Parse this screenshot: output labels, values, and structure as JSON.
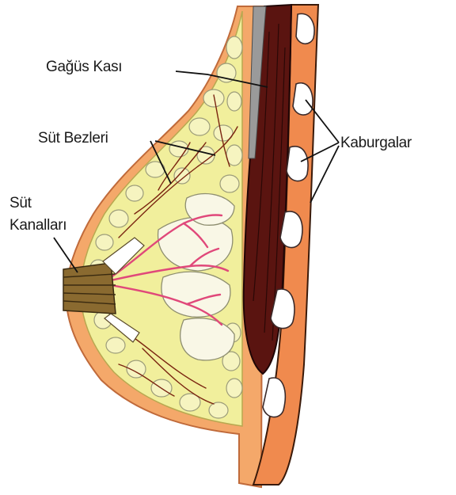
{
  "labels": {
    "chest_muscle": "Gağüs Kası",
    "milk_glands": "Süt Bezleri",
    "milk_ducts_line1": "Süt",
    "milk_ducts_line2": "Kanalları",
    "ribs": "Kaburgalar"
  },
  "colors": {
    "skin": "#f4a86a",
    "fat": "#f1ef9c",
    "rib_band": "#f08a4e",
    "rib_bone": "#ffffff",
    "muscle": "#5a1410",
    "duct": "#e0487a",
    "vessel": "#7a2410",
    "nipple": "#8a6a30"
  }
}
